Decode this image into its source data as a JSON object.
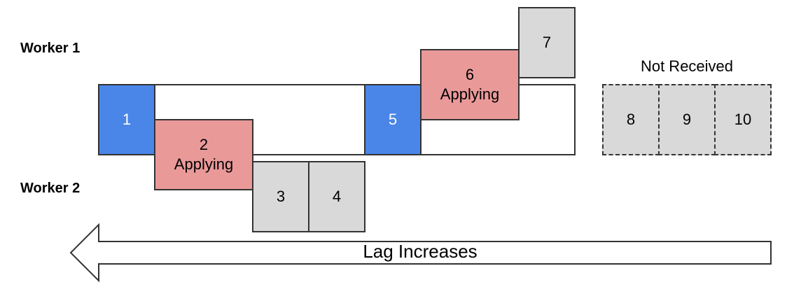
{
  "workers": {
    "worker1": "Worker 1",
    "worker2": "Worker 2"
  },
  "boxes": {
    "b1": {
      "number": "1"
    },
    "b2": {
      "number": "2",
      "status": "Applying"
    },
    "b3": {
      "number": "3"
    },
    "b4": {
      "number": "4"
    },
    "b5": {
      "number": "5"
    },
    "b6": {
      "number": "6",
      "status": "Applying"
    },
    "b7": {
      "number": "7"
    },
    "b8": {
      "number": "8"
    },
    "b9": {
      "number": "9"
    },
    "b10": {
      "number": "10"
    }
  },
  "not_received_label": "Not Received",
  "arrow_label": "Lag Increases",
  "colors": {
    "in_progress": "#4a86e8",
    "applying": "#ea9999",
    "pending": "#d9d9d9"
  }
}
